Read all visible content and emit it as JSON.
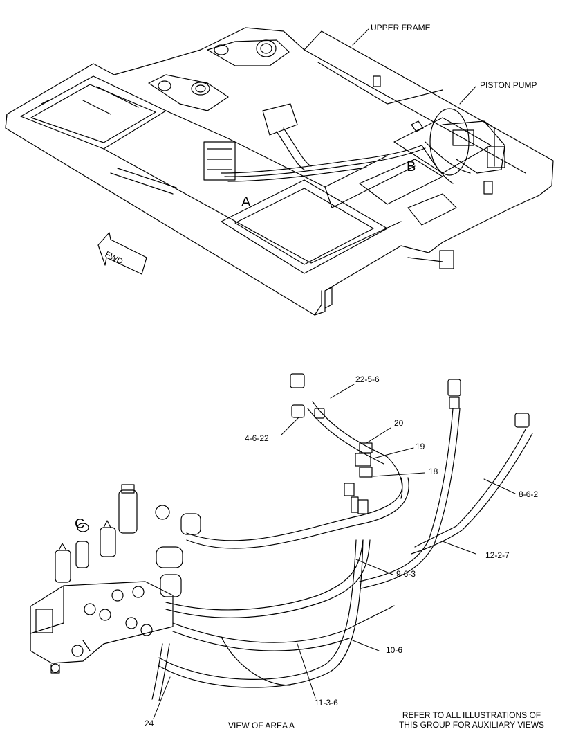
{
  "top_view": {
    "labels": {
      "upper_frame": "UPPER FRAME",
      "piston_pump": "PISTON PUMP",
      "area_a": "A",
      "area_b": "B",
      "fwd": "FWD"
    }
  },
  "detail_view": {
    "part_numbers": {
      "p22_5_6": "22-5-6",
      "p4_6_22": "4-6-22",
      "p20": "20",
      "p19": "19",
      "p18": "18",
      "p8_6_2": "8-6-2",
      "p12_2_7": "12-2-7",
      "p9_6_3": "9-6-3",
      "p10_6": "10-6",
      "p11_3_6": "11-3-6",
      "p24": "24",
      "c": "C"
    },
    "caption": "VIEW OF AREA A"
  },
  "note": {
    "line1": "REFER TO ALL ILLUSTRATIONS OF",
    "line2": "THIS GROUP FOR AUXILIARY VIEWS"
  }
}
